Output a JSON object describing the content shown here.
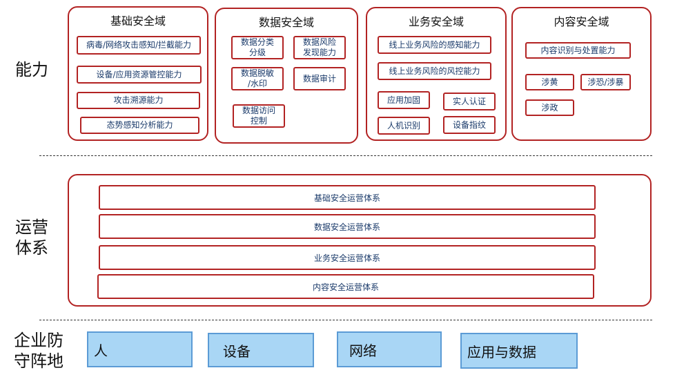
{
  "rows": {
    "capability": "能力",
    "operations": "运营\n体系",
    "foundation": "企业防\n守阵地"
  },
  "domains": [
    {
      "title": "基础安全域",
      "items": [
        "病毒/网络攻击感知/拦截能力",
        "设备/应用资源管控能力",
        "攻击溯源能力",
        "态势感知分析能力"
      ]
    },
    {
      "title": "数据安全域",
      "items": [
        "数据分类\n分级",
        "数据风险\n发现能力",
        "数据脱敏\n/水印",
        "数据审计",
        "数据访问\n控制"
      ]
    },
    {
      "title": "业务安全域",
      "items": [
        "线上业务风险的感知能力",
        "线上业务风险的风控能力",
        "应用加固",
        "实人认证",
        "人机识别",
        "设备指纹"
      ]
    },
    {
      "title": "内容安全域",
      "items": [
        "内容识别与处置能力",
        "涉黄",
        "涉恐/涉暴",
        "涉政"
      ]
    }
  ],
  "operations": [
    "基础安全运营体系",
    "数据安全运营体系",
    "业务安全运营体系",
    "内容安全运营体系"
  ],
  "foundation": [
    "人",
    "设备",
    "网络",
    "应用与数据"
  ],
  "colors": {
    "accent_border": "#b22222",
    "chip_text": "#1a3a6a",
    "foundation_fill": "#a9d6f5",
    "foundation_border": "#5b9bd5"
  }
}
